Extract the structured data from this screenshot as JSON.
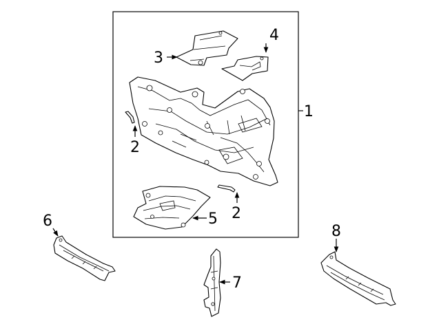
{
  "diagram": {
    "assembly_callout": "1",
    "callouts": {
      "c2a": "2",
      "c2b": "2",
      "c3": "3",
      "c4": "4",
      "c5": "5",
      "c6": "6",
      "c7": "7",
      "c8": "8"
    },
    "colors": {
      "line": "#000000",
      "background": "#ffffff"
    }
  }
}
